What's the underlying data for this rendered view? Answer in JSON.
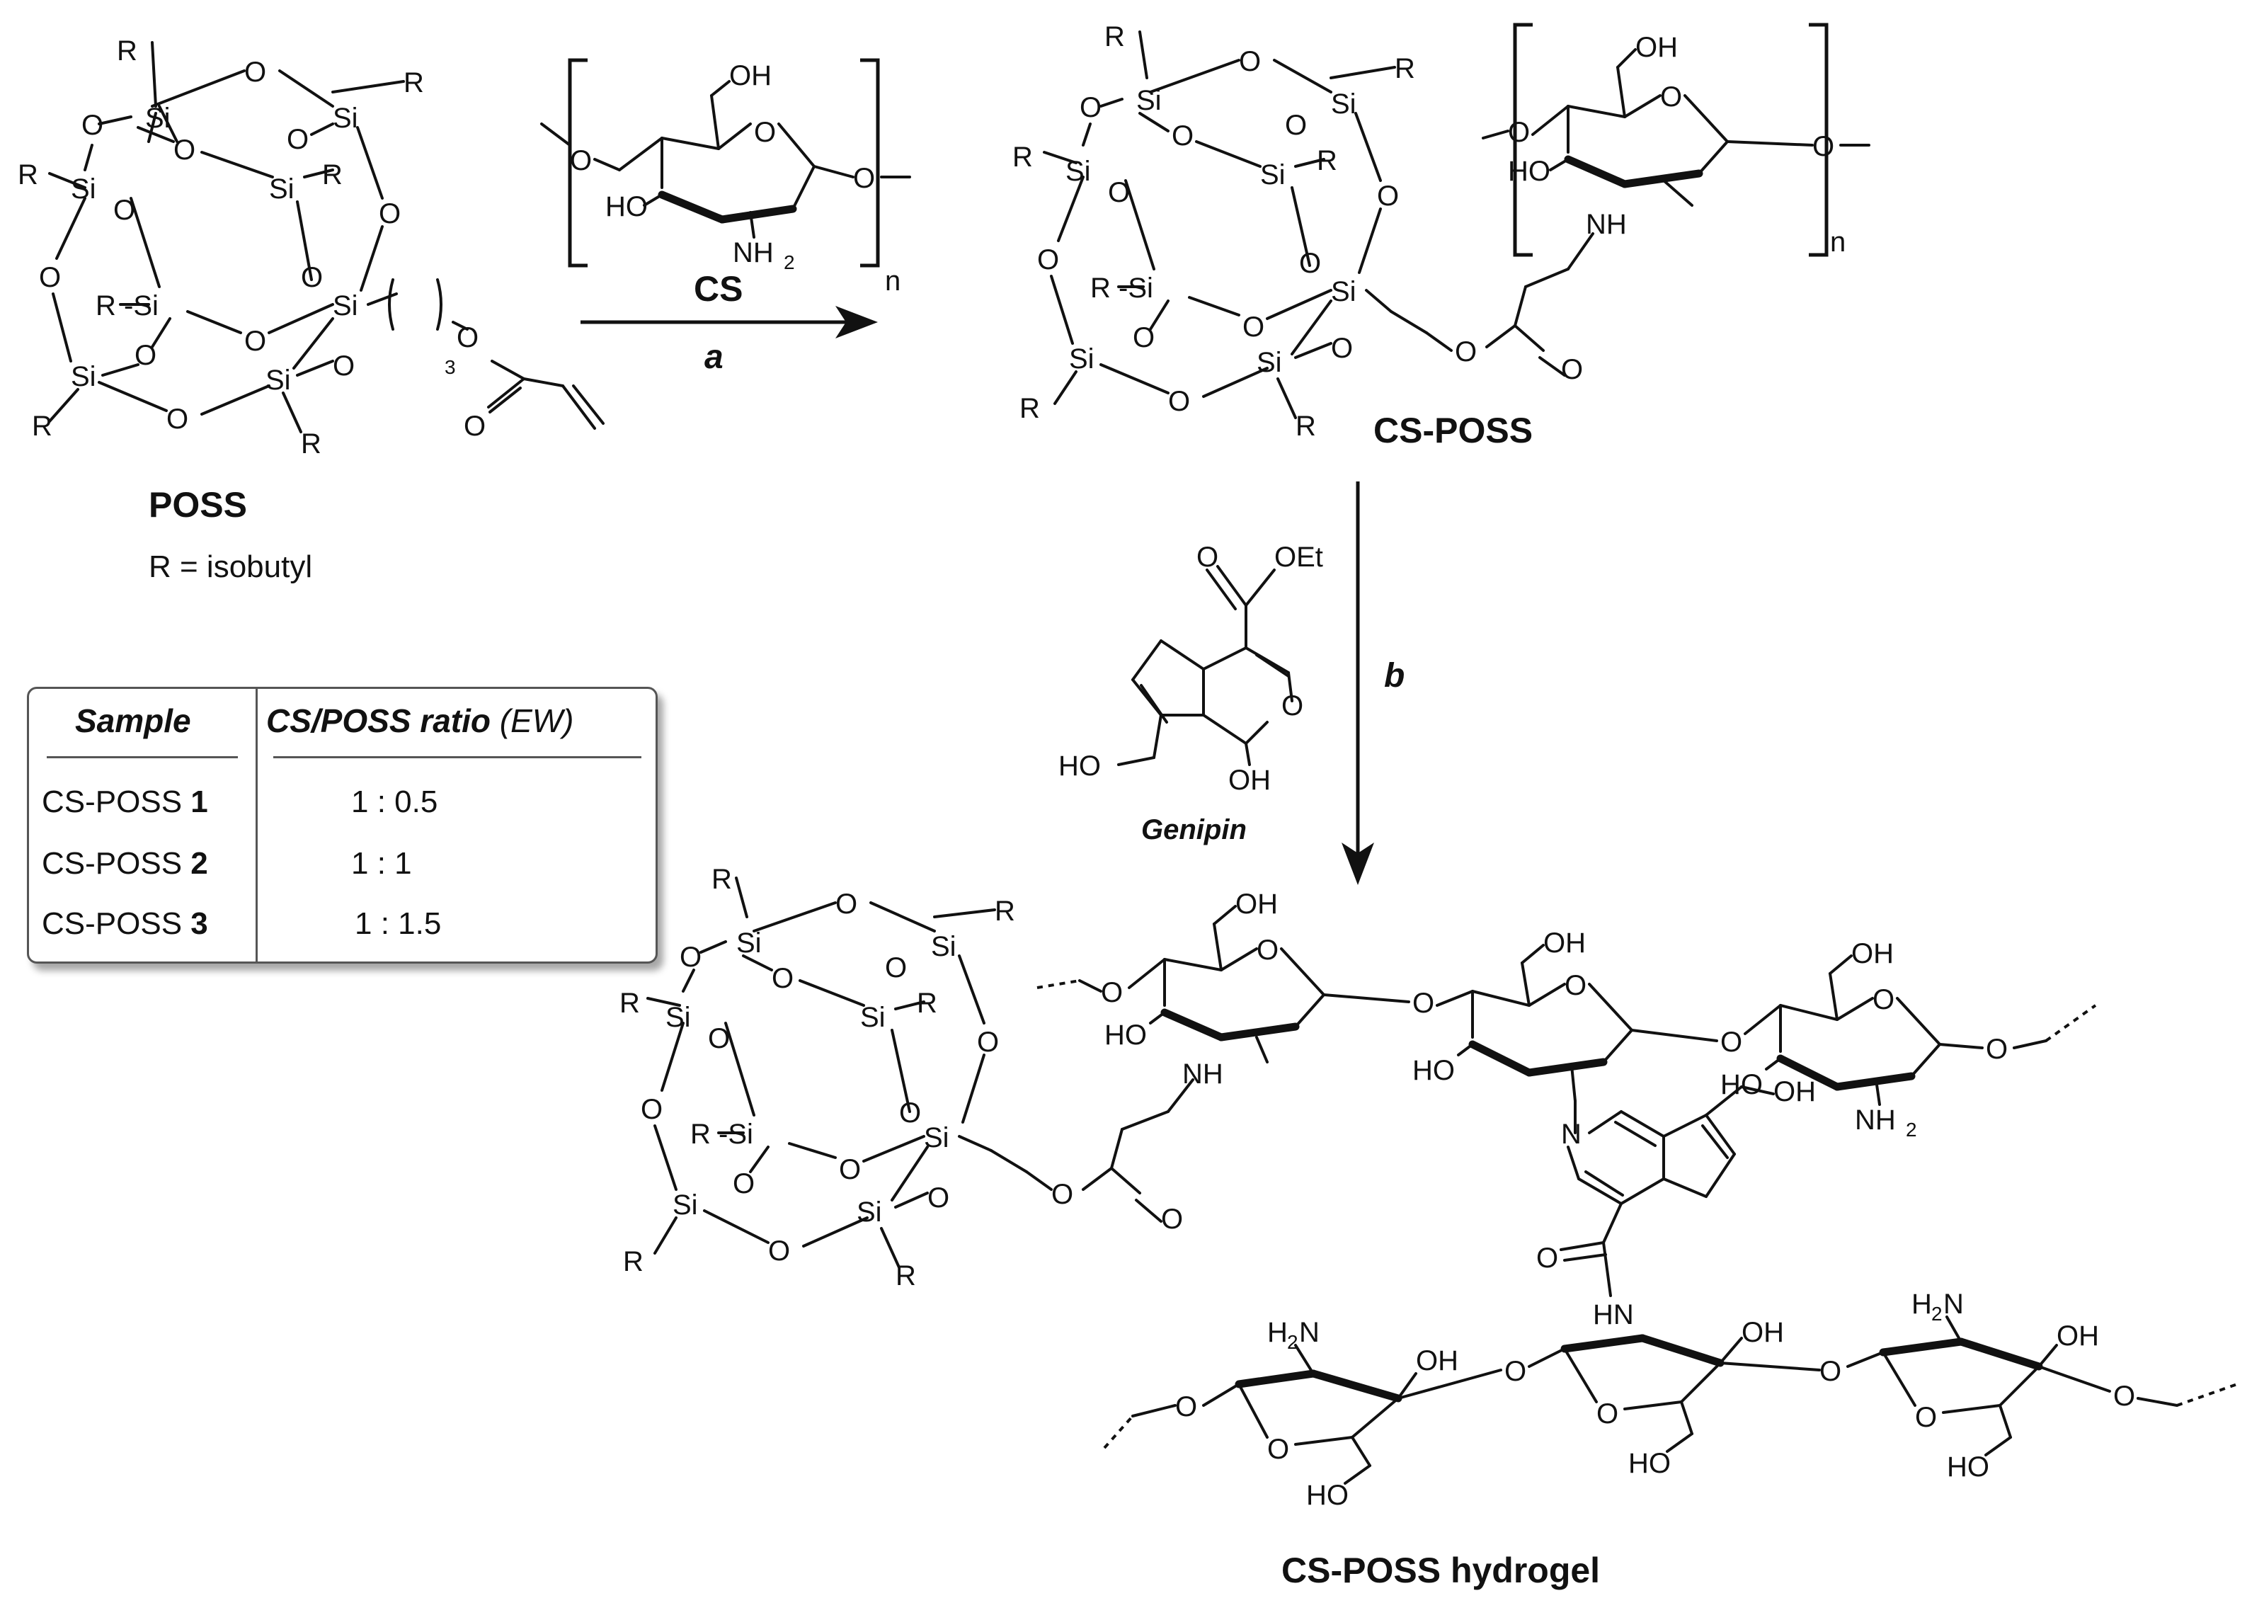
{
  "labels": {
    "poss": "POSS",
    "r_def": "R = isobutyl",
    "cs": "CS",
    "cs_poss": "CS-POSS",
    "genipin": "Genipin",
    "hydrogel": "CS-POSS hydrogel",
    "step_a": "a",
    "step_b": "b",
    "n": "n"
  },
  "atoms": {
    "si": "Si",
    "o": "O",
    "r": "R",
    "oh": "OH",
    "ho": "HO",
    "nh": "NH",
    "hn": "HN",
    "n_atom": "N",
    "nh2": "NH",
    "h2n": "H",
    "sub2": "2",
    "sub3": "3",
    "oet": "OEt",
    "r_si": "R -Si",
    "r_si_r": "Si"
  },
  "table": {
    "header_sample": "Sample",
    "header_ratio": "CS/POSS ratio",
    "header_ew": "(EW)",
    "rows": [
      {
        "name": "CS-POSS",
        "num": "1",
        "ratio": "1 : 0.5"
      },
      {
        "name": "CS-POSS",
        "num": "2",
        "ratio": "1 : 1"
      },
      {
        "name": "CS-POSS",
        "num": "3",
        "ratio": "1 : 1.5"
      }
    ]
  }
}
